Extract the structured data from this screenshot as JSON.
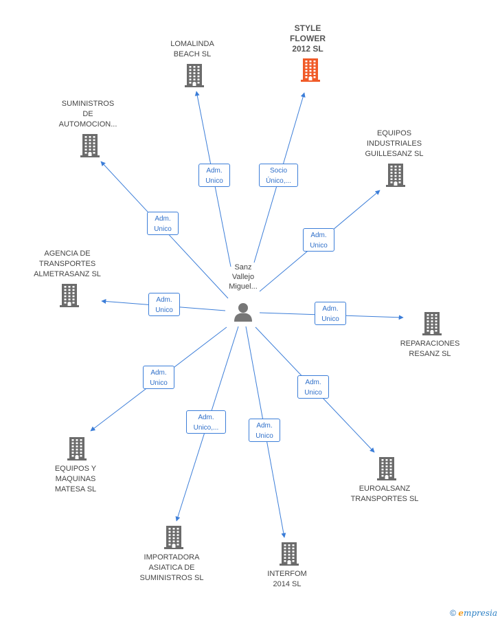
{
  "colors": {
    "edge": "#3b7dd8",
    "building": "#6b6b6b",
    "highlight": "#f05a28",
    "person": "#777777"
  },
  "center": {
    "name": "Sanz\nVallejo\nMiguel..."
  },
  "nodes": [
    {
      "id": "lomalinda",
      "name": "LOMALINDA\nBEACH SL",
      "role": "Adm.\nUnico",
      "highlight": false
    },
    {
      "id": "style-flower",
      "name": "STYLE\nFLOWER\n2012 SL",
      "role": "Socio\nÚnico,...",
      "highlight": true
    },
    {
      "id": "suministros-automocion",
      "name": "SUMINISTROS\nDE\nAUTOMOCION...",
      "role": "Adm.\nUnico",
      "highlight": false
    },
    {
      "id": "equipos-industriales",
      "name": "EQUIPOS\nINDUSTRIALES\nGUILLESANZ SL",
      "role": "Adm.\nUnico",
      "highlight": false
    },
    {
      "id": "agencia-transportes",
      "name": "AGENCIA DE\nTRANSPORTES\nALMETRASANZ SL",
      "role": "Adm.\nUnico",
      "highlight": false
    },
    {
      "id": "reparaciones",
      "name": "REPARACIONES\nRESANZ SL",
      "role": "Adm.\nUnico",
      "highlight": false
    },
    {
      "id": "equipos-maquinas",
      "name": "EQUIPOS Y\nMAQUINAS\nMATESA SL",
      "role": "Adm.\nUnico",
      "highlight": false
    },
    {
      "id": "euroalsanz",
      "name": "EUROALSANZ\nTRANSPORTES SL",
      "role": "Adm.\nUnico",
      "highlight": false
    },
    {
      "id": "importadora",
      "name": "IMPORTADORA\nASIATICA DE\nSUMINISTROS SL",
      "role": "Adm.\nUnico,...",
      "highlight": false
    },
    {
      "id": "interfom",
      "name": "INTERFOM\n2014  SL",
      "role": "Adm.\nUnico",
      "highlight": false
    }
  ],
  "footer": {
    "copyright": "©",
    "brand_e": "e",
    "brand_rest": "mpresia"
  }
}
